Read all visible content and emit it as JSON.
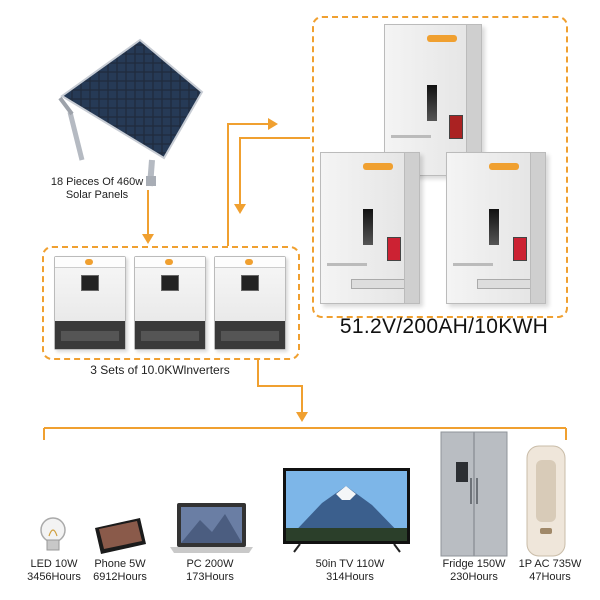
{
  "solar": {
    "label_line1": "18 Pieces Of 460w",
    "label_line2": "Solar Panels"
  },
  "battery": {
    "spec": "51.2V/200AH/10KWH"
  },
  "inverters": {
    "label": "3 Sets of 10.0KWlnverters"
  },
  "colors": {
    "accent": "#f0a030",
    "line": "#f0a030"
  },
  "appliances": [
    {
      "name": "LED 10W",
      "hours": "3456Hours",
      "icon": "bulb-icon"
    },
    {
      "name": "Phone 5W",
      "hours": "6912Hours",
      "icon": "phone-icon"
    },
    {
      "name": "PC 200W",
      "hours": "173Hours",
      "icon": "laptop-icon"
    },
    {
      "name": "50in TV 110W",
      "hours": "314Hours",
      "icon": "tv-icon"
    },
    {
      "name": "Fridge 150W",
      "hours": "230Hours",
      "icon": "fridge-icon"
    },
    {
      "name": "1P AC 735W",
      "hours": "47Hours",
      "icon": "ac-icon"
    }
  ]
}
